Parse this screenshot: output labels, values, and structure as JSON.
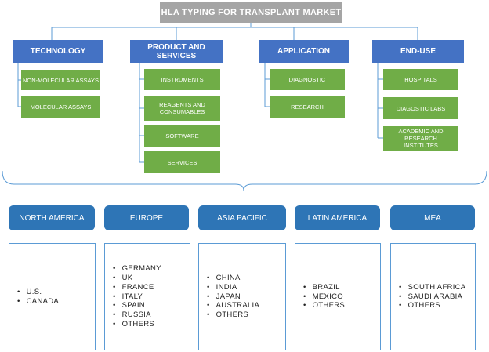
{
  "title": "HLA TYPING FOR TRANSPLANT MARKET",
  "segments": [
    {
      "label": "TECHNOLOGY",
      "items": [
        "NON-MOLECULAR ASSAYS",
        "MOLECULAR ASSAYS"
      ]
    },
    {
      "label": "PRODUCT AND SERVICES",
      "items": [
        "INSTRUMENTS",
        "REAGENTS AND CONSUMABLES",
        "SOFTWARE",
        "SERVICES"
      ]
    },
    {
      "label": "APPLICATION",
      "items": [
        "DIAGNOSTIC",
        "RESEARCH"
      ]
    },
    {
      "label": "END-USE",
      "items": [
        "HOSPITALS",
        "DIAGOSTIC LABS",
        "ACADEMIC AND RESEARCH INSTITUTES"
      ]
    }
  ],
  "regions": [
    {
      "label": "NORTH AMERICA",
      "countries": [
        "U.S.",
        "CANADA"
      ]
    },
    {
      "label": "EUROPE",
      "countries": [
        "GERMANY",
        "UK",
        "FRANCE",
        "ITALY",
        "SPAIN",
        "RUSSIA",
        "OTHERS"
      ]
    },
    {
      "label": "ASIA PACIFIC",
      "countries": [
        "CHINA",
        "INDIA",
        "JAPAN",
        "AUSTRALIA",
        "OTHERS"
      ]
    },
    {
      "label": "LATIN AMERICA",
      "countries": [
        "BRAZIL",
        "MEXICO",
        "OTHERS"
      ]
    },
    {
      "label": "MEA",
      "countries": [
        "SOUTH AFRICA",
        "SAUDI ARABIA",
        "OTHERS"
      ]
    }
  ],
  "colors": {
    "title_bg": "#a5a5a5",
    "segment_bg": "#4472c4",
    "item_bg": "#70ad47",
    "region_bg": "#2e75b6",
    "border": "#5b9bd5"
  }
}
